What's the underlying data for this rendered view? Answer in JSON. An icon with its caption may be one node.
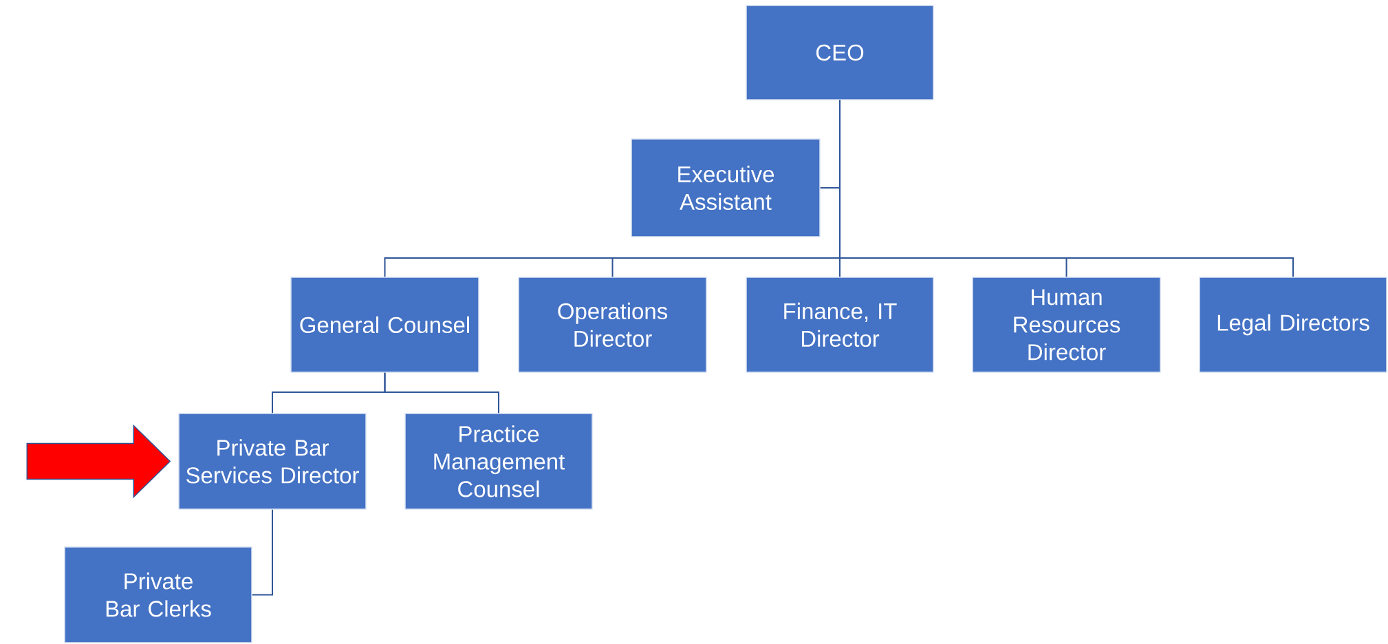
{
  "diagram": {
    "nodes": [
      {
        "text": [
          "CEO"
        ]
      },
      {
        "text": [
          "Executive Assistant"
        ]
      },
      {
        "text": [
          "General Counsel"
        ]
      },
      {
        "text": [
          "Operations Director"
        ]
      },
      {
        "text": [
          "Finance, IT Director"
        ]
      },
      {
        "text": [
          "Human Resources Director"
        ]
      },
      {
        "text": [
          "Legal Directors"
        ]
      },
      {
        "text": [
          "Private Bar Services Director"
        ]
      },
      {
        "text": [
          "Practice Management Counsel"
        ]
      },
      {
        "text": [
          "Private Bar Clerks"
        ]
      }
    ],
    "edges": [
      {
        "from": 0,
        "to": 1,
        "arrow": "none"
      },
      {
        "from": 0,
        "to": 2,
        "arrow": "none"
      },
      {
        "from": 0,
        "to": 3,
        "arrow": "none"
      },
      {
        "from": 0,
        "to": 4,
        "arrow": "none"
      },
      {
        "from": 0,
        "to": 5,
        "arrow": "none"
      },
      {
        "from": 0,
        "to": 6,
        "arrow": "none"
      },
      {
        "from": 2,
        "to": 7,
        "arrow": "none"
      },
      {
        "from": 2,
        "to": 8,
        "arrow": "none"
      },
      {
        "from": 7,
        "to": 9,
        "arrow": "none"
      },
      {
        "from": null,
        "to": 7,
        "arrow": "to",
        "style": "thick",
        "color": "#ff0000"
      }
    ]
  }
}
